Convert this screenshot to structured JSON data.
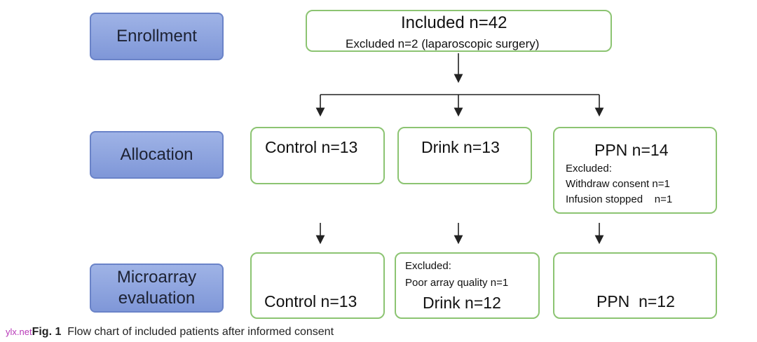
{
  "stages": {
    "enrollment": "Enrollment",
    "allocation": "Allocation",
    "microarray_line1": "Microarray",
    "microarray_line2": "evaluation"
  },
  "included": {
    "title": "Included  n=42",
    "excluded": "Excluded n=2 (laparoscopic surgery)"
  },
  "allocation": {
    "control": "Control n=13",
    "drink": "Drink n=13",
    "ppn": "PPN  n=14",
    "ppn_excluded_title": "Excluded:",
    "ppn_excluded_1": "Withdraw consent n=1",
    "ppn_excluded_2": "Infusion stopped    n=1"
  },
  "evaluation": {
    "control": "Control n=13",
    "drink_excluded_title": "Excluded:",
    "drink_excluded_1": "Poor array quality n=1",
    "drink": "Drink n=12",
    "ppn": "PPN  n=12"
  },
  "caption": {
    "watermark": "ylx.net",
    "fig_label": "Fig. 1",
    "text": "  Flow chart of included patients after informed consent"
  },
  "colors": {
    "stage_fill": "#8aa0de",
    "box_border": "#8cc472",
    "arrow": "#222222"
  }
}
